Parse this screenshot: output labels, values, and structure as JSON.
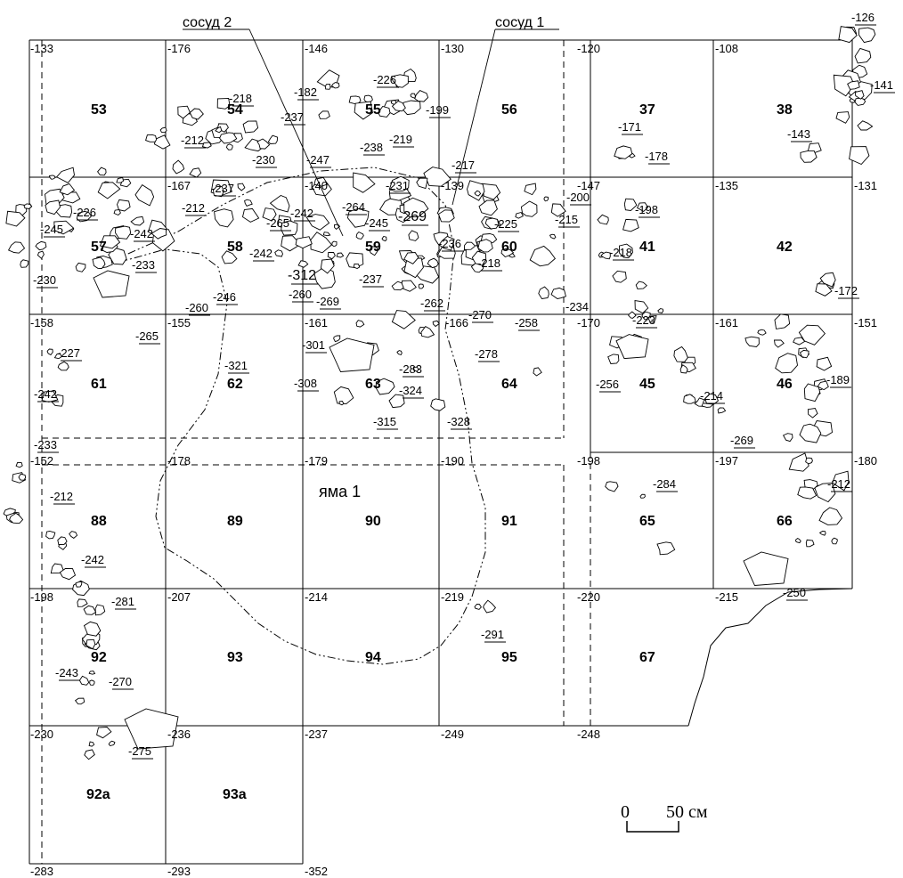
{
  "labels": {
    "vessel1": "сосуд 1",
    "vessel2": "сосуд 2",
    "pit": "яма 1"
  },
  "scale": {
    "zero": "0",
    "fifty": "50 см"
  },
  "squares": [
    "53",
    "54",
    "55",
    "56",
    "37",
    "38",
    "57",
    "58",
    "59",
    "60",
    "41",
    "42",
    "61",
    "62",
    "63",
    "64",
    "45",
    "46",
    "88",
    "89",
    "90",
    "91",
    "65",
    "66",
    "92",
    "93",
    "94",
    "95",
    "67",
    "92а",
    "93а"
  ],
  "corner_depths": [
    "-133",
    "-176",
    "-146",
    "-130",
    "-120",
    "-108",
    "-167",
    "-140",
    "-139",
    "-147",
    "-135",
    "-131",
    "-158",
    "-155",
    "-161",
    "-166",
    "-170",
    "-161",
    "-151",
    "-152",
    "-178",
    "-179",
    "-190",
    "-198",
    "-197",
    "-180",
    "-198",
    "-207",
    "-214",
    "-219",
    "-220",
    "-215",
    "-230",
    "-236",
    "-237",
    "-249",
    "-248",
    "-283",
    "-293",
    "-352"
  ],
  "find_depths": [
    "-126",
    "-141",
    "-143",
    "-172",
    "-218",
    "-237",
    "-212",
    "-182",
    "-226",
    "-199",
    "-219",
    "-238",
    "-230",
    "-247",
    "-237",
    "-171",
    "-178",
    "-217",
    "-200",
    "-231",
    "-264",
    "-269",
    "-245",
    "-198",
    "-212",
    "-242",
    "-226",
    "-245",
    "-242",
    "-265",
    "-242",
    "-225",
    "-215",
    "-236",
    "-218",
    "-218",
    "-233",
    "-230",
    "-246",
    "-260",
    "-312",
    "-260",
    "-237",
    "-269",
    "-262",
    "-270",
    "-258",
    "-234",
    "-265",
    "-223",
    "-227",
    "-321",
    "-301",
    "-283",
    "-324",
    "-308",
    "-278",
    "-256",
    "-214",
    "-189",
    "-242",
    "-315",
    "-328",
    "-269",
    "-233",
    "-212",
    "-284",
    "-212",
    "-242",
    "-281",
    "-250",
    "-291",
    "-243",
    "-270",
    "-275"
  ]
}
